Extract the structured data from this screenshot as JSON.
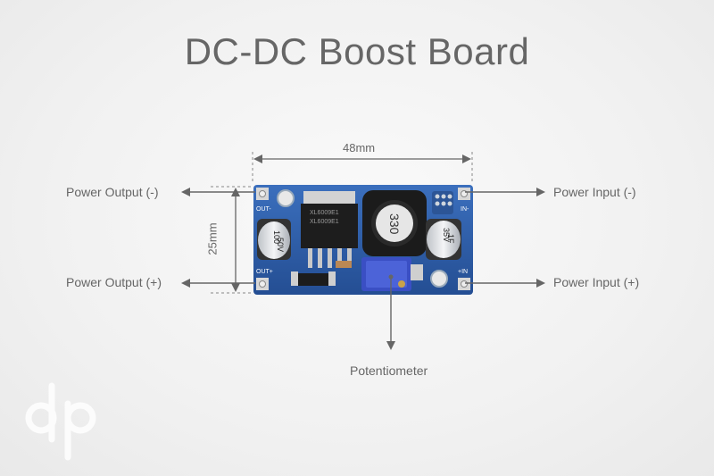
{
  "title": "DC-DC Boost Board",
  "dimensions": {
    "width": "48mm",
    "height": "25mm"
  },
  "labels": {
    "power_output_neg": "Power Output (-)",
    "power_output_pos": "Power Output (+)",
    "power_input_neg": "Power Input (-)",
    "power_input_pos": "Power Input (+)",
    "potentiometer": "Potentiometer"
  },
  "board": {
    "pad_out_neg": "OUT-",
    "pad_out_pos": "OUT+",
    "pad_in_neg": "IN-",
    "pad_in_pos": "+IN",
    "ic_marking": [
      "XL6009E1",
      "XL6009E1"
    ],
    "inductor_marking": "330",
    "cap_left": [
      "100",
      "50V"
    ],
    "cap_right": [
      "35V",
      "1F"
    ]
  },
  "colors": {
    "pcb": "#2d5fa8",
    "arrow": "#666666",
    "text": "#666666",
    "potentiometer": "#3a4fc4"
  }
}
